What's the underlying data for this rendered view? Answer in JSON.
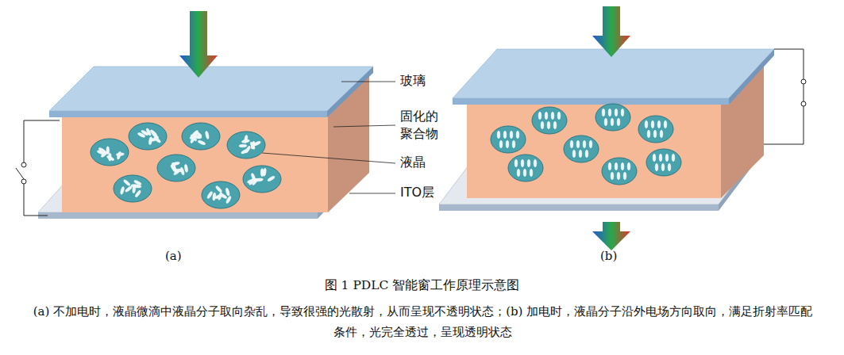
{
  "diagram": {
    "title": "图 1 PDLC 智能窗工作原理示意图",
    "caption": "(a) 不加电时，液晶微滴中液晶分子取向杂乱，导致很强的光散射，从而呈现不透明状态；(b) 加电时，液晶分子沿外电场方向取向，满足折射率匹配条件，光完全透过，呈现透明状态",
    "labels": [
      "玻璃",
      "固化的 聚合物",
      "液晶",
      "ITO层",
      "(a)",
      "(b)"
    ]
  }
}
